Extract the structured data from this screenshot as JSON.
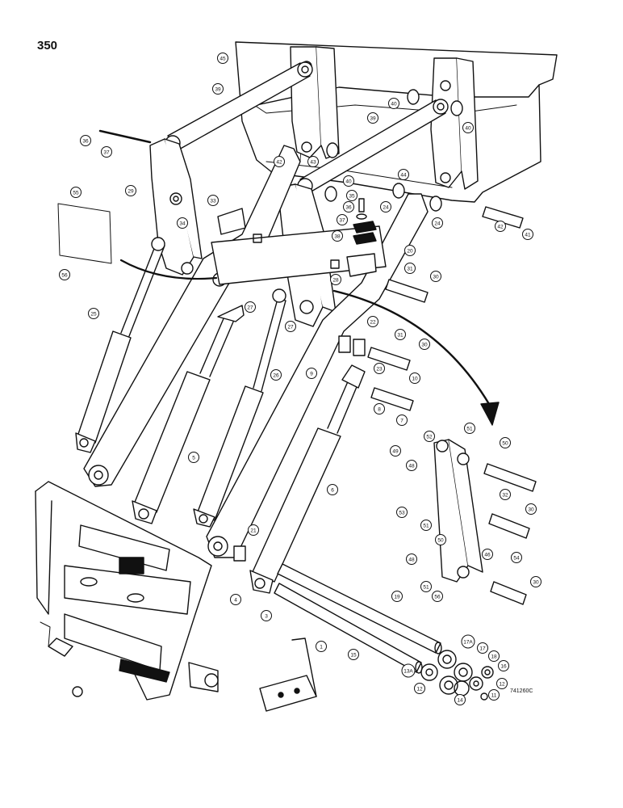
{
  "page_number": "350",
  "reference_code": "741260C",
  "callouts": [
    {
      "label": "45"
    },
    {
      "label": "39"
    },
    {
      "label": "40"
    },
    {
      "label": "39"
    },
    {
      "label": "40"
    },
    {
      "label": "36"
    },
    {
      "label": "37"
    },
    {
      "label": "29"
    },
    {
      "label": "33"
    },
    {
      "label": "34"
    },
    {
      "label": "55"
    },
    {
      "label": "56"
    },
    {
      "label": "42"
    },
    {
      "label": "43"
    },
    {
      "label": "40"
    },
    {
      "label": "44"
    },
    {
      "label": "35"
    },
    {
      "label": "36"
    },
    {
      "label": "37"
    },
    {
      "label": "38"
    },
    {
      "label": "24"
    },
    {
      "label": "24"
    },
    {
      "label": "42"
    },
    {
      "label": "41"
    },
    {
      "label": "20"
    },
    {
      "label": "31"
    },
    {
      "label": "30"
    },
    {
      "label": "28"
    },
    {
      "label": "27"
    },
    {
      "label": "27"
    },
    {
      "label": "22"
    },
    {
      "label": "31"
    },
    {
      "label": "30"
    },
    {
      "label": "25"
    },
    {
      "label": "23"
    },
    {
      "label": "10"
    },
    {
      "label": "9"
    },
    {
      "label": "26"
    },
    {
      "label": "8"
    },
    {
      "label": "7"
    },
    {
      "label": "5"
    },
    {
      "label": "6"
    },
    {
      "label": "51"
    },
    {
      "label": "52"
    },
    {
      "label": "50"
    },
    {
      "label": "49"
    },
    {
      "label": "48"
    },
    {
      "label": "32"
    },
    {
      "label": "30"
    },
    {
      "label": "53"
    },
    {
      "label": "51"
    },
    {
      "label": "50"
    },
    {
      "label": "54"
    },
    {
      "label": "46"
    },
    {
      "label": "48"
    },
    {
      "label": "30"
    },
    {
      "label": "51"
    },
    {
      "label": "56"
    },
    {
      "label": "21"
    },
    {
      "label": "4"
    },
    {
      "label": "19"
    },
    {
      "label": "3"
    },
    {
      "label": "1"
    },
    {
      "label": "15"
    },
    {
      "label": "17A"
    },
    {
      "label": "17"
    },
    {
      "label": "18"
    },
    {
      "label": "16"
    },
    {
      "label": "13A"
    },
    {
      "label": "12"
    },
    {
      "label": "12"
    },
    {
      "label": "14"
    },
    {
      "label": "11"
    }
  ]
}
